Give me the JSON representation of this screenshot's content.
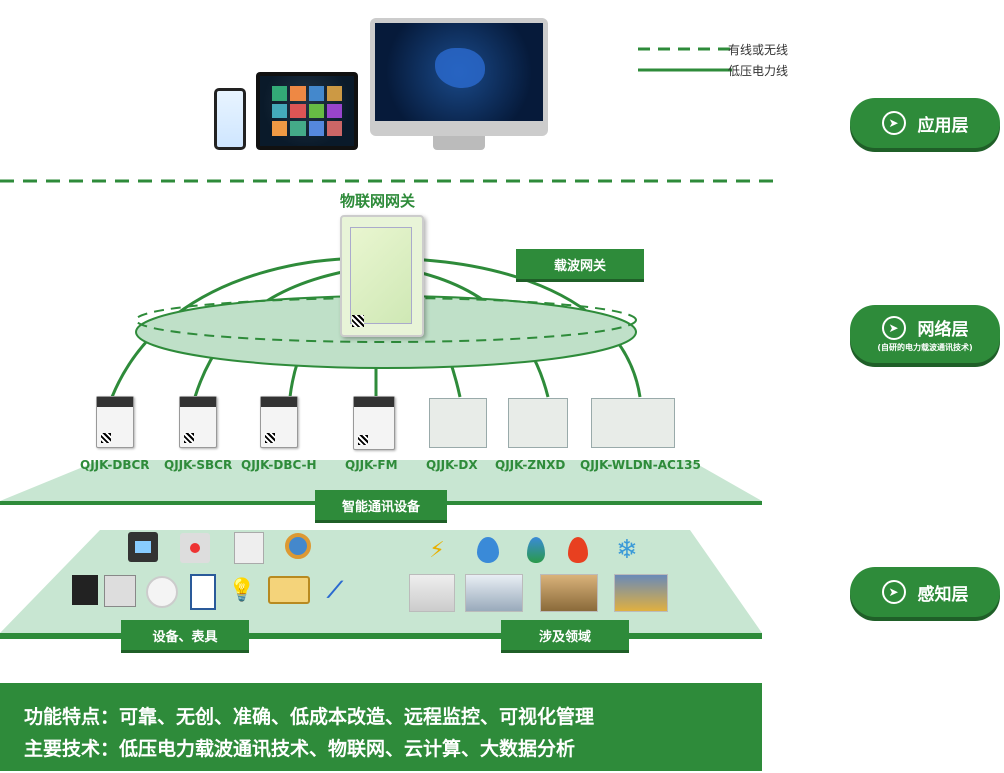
{
  "legend": {
    "wired_wireless": "有线或无线",
    "low_voltage": "低压电力线"
  },
  "layers": {
    "application": "应用层",
    "network": "网络层",
    "network_sub": "(自研的电力载波通讯技术)",
    "perception": "感知层"
  },
  "gateway": {
    "title": "物联网网关",
    "carrier_tag": "载波网关"
  },
  "devices": [
    {
      "label": "QJJK-DBCR"
    },
    {
      "label": "QJJK-SBCR"
    },
    {
      "label": "QJJK-DBC-H"
    },
    {
      "label": "QJJK-FM"
    },
    {
      "label": "QJJK-DX"
    },
    {
      "label": "QJJK-ZNXD"
    },
    {
      "label": "QJJK-WLDN-AC135"
    }
  ],
  "tags": {
    "smart_comm": "智能通讯设备",
    "equipment": "设备、表具",
    "domains": "涉及领域"
  },
  "footer": {
    "features": "功能特点：可靠、无创、准确、低成本改造、远程监控、可视化管理",
    "technologies": "主要技术：低压电力载波通讯技术、物联网、云计算、大数据分析"
  },
  "colors": {
    "brand_green": "#2e8b3a",
    "platform_green": "#c8e6d2"
  },
  "icons": [
    "power-meter-icon",
    "water-meter-icon",
    "gas-meter-icon",
    "valve-icon",
    "breaker-icon",
    "switch-icon",
    "smoke-detector-icon",
    "socket-icon",
    "bulb-icon",
    "air-conditioner-icon",
    "escalator-icon",
    "lightning-icon",
    "water-drop-icon",
    "gas-flame-icon",
    "fire-icon",
    "snowflake-icon",
    "control-panel-icon",
    "office-icon",
    "warehouse-icon",
    "factory-icon"
  ]
}
